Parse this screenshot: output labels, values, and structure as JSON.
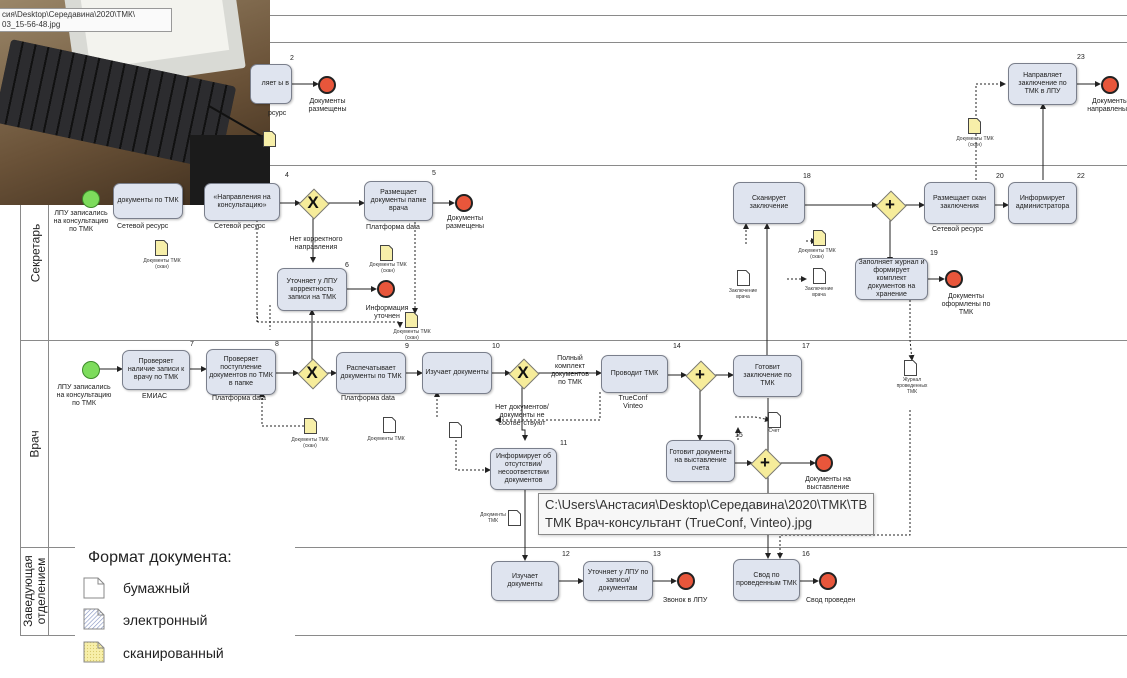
{
  "photo_tooltip": {
    "line1": "сия\\Desktop\\Середавина\\2020\\ТМК\\",
    "line2": "03_15-56-48.jpg"
  },
  "diagram_header_num": ")",
  "lanes": {
    "secretary": "Секретарь",
    "doctor": "Врач",
    "head": "Заведующая отделением"
  },
  "tasks": {
    "t2": {
      "num": "2",
      "label": "ляет ы в"
    },
    "t4": {
      "num": "4",
      "label": "«Направления на консультацию»"
    },
    "t3": {
      "label": "документы по ТМК"
    },
    "t5": {
      "num": "5",
      "label": "Размещает документы папке врача"
    },
    "t6": {
      "num": "6",
      "label": "Уточняет у ЛПУ корректность записи на ТМК"
    },
    "t18": {
      "num": "18",
      "label": "Сканирует заключение"
    },
    "t20": {
      "num": "20",
      "label": "Размещает скан заключения"
    },
    "t22": {
      "num": "22",
      "label": "Информирует администратора"
    },
    "t23": {
      "num": "23",
      "label": "Направляет заключение по ТМК в ЛПУ"
    },
    "t19": {
      "num": "19",
      "label": "Заполняет журнал и формирует комплект документов на хранение"
    },
    "t7": {
      "num": "7",
      "label": "Проверяет наличие записи к врачу по ТМК"
    },
    "t8": {
      "num": "8",
      "label": "Проверяет поступление документов по ТМК в папке"
    },
    "t9": {
      "num": "9",
      "label": "Распечатывает документы по ТМК"
    },
    "t10": {
      "num": "10",
      "label": "Изучает документы"
    },
    "t14": {
      "num": "14",
      "label": "Проводит ТМК"
    },
    "t17": {
      "num": "17",
      "label": "Готовит заключение по ТМК"
    },
    "t11": {
      "num": "11",
      "label": "Информирует об отсутствии/ несоответствии документов"
    },
    "t15": {
      "num": "15",
      "label": "Готовит документы на выставление счета"
    },
    "t12": {
      "num": "12",
      "label": "Изучает документы"
    },
    "t13": {
      "num": "13",
      "label": "Уточняет у ЛПУ по записи/ документам"
    },
    "t16": {
      "num": "16",
      "label": "Свод по проведенным ТМК"
    }
  },
  "notes": {
    "res_top": "рсурс",
    "docs_placed_top": "Документы размещены",
    "docs_placed_mid": "Документы размещены",
    "start_sec": "ЛПУ записались на консультацию по ТМК",
    "net_res1": "Сетевой ресурс",
    "net_res2": "Сетевой ресурс",
    "no_correct": "Нет корректного направления",
    "platform1": "Платформа data",
    "info": "Информация уточнен",
    "net_res3": "Сетевой ресурс",
    "docs_to_ltpu": "Документы направлены в",
    "docs_done": "Документы оформлены по ТМК",
    "start_doc": "ЛПУ записались на консультацию по ТМК",
    "emias": "ЕМИАС",
    "platform2": "Платформа data",
    "platform3": "Платформа data",
    "full_set": "Полный комплект документов по ТМК",
    "trueconf": "TrueConf Vinteo",
    "no_docs": "Нет документов/ документы не соответствуют",
    "docs_invoice": "Документы на выставление счета",
    "call_ltpu": "Звонок в ЛПУ",
    "summary_done": "Свод проведен"
  },
  "doc_labels": {
    "scan": "Документы ТМК (скан)",
    "paper": "Документы ТМК",
    "concl": "Заключение врача",
    "invoice": "Счет",
    "journal": "Журнал проведенных ТМК"
  },
  "tooltip": {
    "line1": "C:\\Users\\Анстасия\\Desktop\\Середавина\\2020\\ТМК\\ТВ",
    "line2": "ТМК Врач-консультант (TrueConf, Vinteo).jpg"
  },
  "legend": {
    "title": "Формат документа:",
    "paper": "бумажный",
    "electronic": "электронный",
    "scanned": "сканированный"
  },
  "colors": {
    "task_fill": "#dfe4ef",
    "gateway": "#f6ec9a",
    "end": "#e8563b",
    "start": "#7ddc5c",
    "scan_doc": "#f7efa9"
  }
}
